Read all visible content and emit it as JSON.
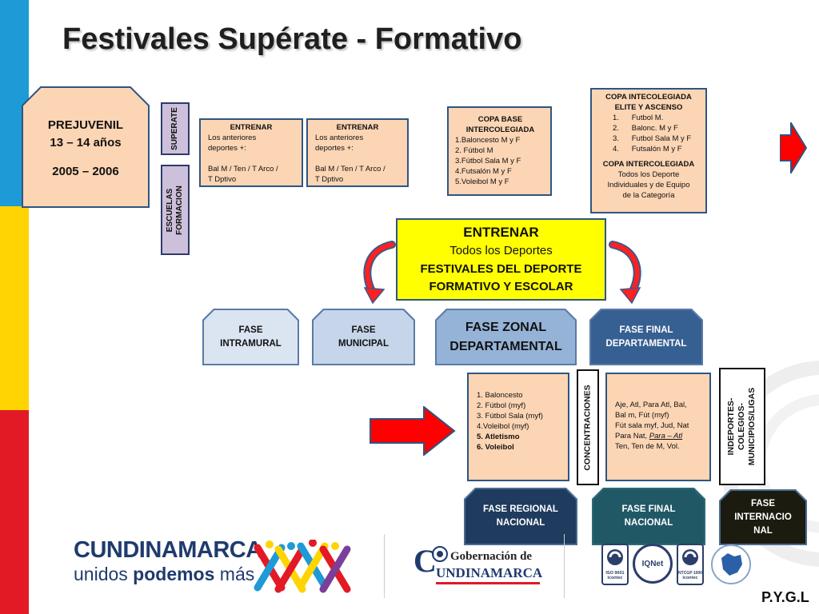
{
  "title": "Festivales Supérate - Formativo",
  "prejuvenil": {
    "line1": "PREJUVENIL",
    "line2": "13 – 14 años",
    "line3": "2005 – 2006"
  },
  "labels": {
    "superate": "SUPERATE",
    "escuelas": "ESCUELAS",
    "formacion": "FORMACION",
    "concentraciones": "CONCENTRACIONES",
    "indeportes1": "INDEPORTES-",
    "indeportes2": "COLEGIOS-",
    "indeportes3": "MUNICIPIOS/LIGAS"
  },
  "entrenar_boxes": [
    {
      "title": "ENTRENAR",
      "l1": "Los anteriores",
      "l2": "deportes +:",
      "l3": "Bal M / Ten / T Arco /",
      "l4": "T Dptivo"
    },
    {
      "title": "ENTRENAR",
      "l1": "Los anteriores",
      "l2": "deportes +:",
      "l3": "Bal M / Ten / T Arco /",
      "l4": "T Dptivo"
    }
  ],
  "copa_base": {
    "title1": "COPA BASE",
    "title2": "INTERCOLEGIADA",
    "items": [
      "1.Baloncesto M y F",
      "2. Fútbol M",
      "3.Fútbol Sala M y F",
      "4.Futsalón M y F",
      "5.Voleibol M y F"
    ]
  },
  "copa_elite": {
    "title1": "COPA INTECOLEGIADA",
    "title2": "ELITE Y ASCENSO",
    "items": [
      "1.      Futbol M.",
      "2.      Balonc. M y F",
      "3.      Futbol Sala M y F",
      "4.      Futsalón M y F"
    ],
    "title3": "COPA INTERCOLEGIADA",
    "desc1": "Todos los Deporte",
    "desc2": "Individuales y de Equipo",
    "desc3": "de la Categoría"
  },
  "center": {
    "l1": "ENTRENAR",
    "l2": "Todos los Deportes",
    "l3": "FESTIVALES DEL DEPORTE",
    "l4": "FORMATIVO Y ESCOLAR"
  },
  "phases": {
    "intramural": [
      "FASE",
      "INTRAMURAL"
    ],
    "municipal": [
      "FASE",
      "MUNICIPAL"
    ],
    "zonal": [
      "FASE ZONAL",
      "DEPARTAMENTAL"
    ],
    "final_dep": [
      "FASE FINAL",
      "DEPARTAMENTAL"
    ],
    "regional": [
      "FASE REGIONAL",
      "NACIONAL"
    ],
    "final_nac": [
      "FASE FINAL",
      "NACIONAL"
    ],
    "internacional": [
      "FASE",
      "INTERNACIO",
      "NAL"
    ]
  },
  "sports_list": [
    "1. Baloncesto",
    "2. Fútbol (myf)",
    "3. Fútbol Sala (myf)",
    "4.Voleibol (myf)",
    "5. Atletismo",
    "6. Voleibol"
  ],
  "concentraciones_box": {
    "l1": "Aje, Atl, Para Atl,  Bal,",
    "l2": "Bal m, Fút (myf)",
    "l3": "Fút sala myf, Jud, Nat",
    "l4a": "Para Nat, ",
    "l4b": "Para – Atl",
    "l5": "Ten, Ten de M, Vol."
  },
  "logos": {
    "cund1": "CUNDINAMARCA",
    "cund2": "unidos ",
    "cund3": "podemos",
    "cund4": " más",
    "gob1": "Gobernación de",
    "gob2": "UNDINAMARCA",
    "gob_c": "C",
    "iso": "ISO 9001",
    "iqnet": "IQNet",
    "ntcgp": "NTCGP 1000",
    "icontec": "icontec"
  },
  "footer": "P.Y.G.L",
  "colors": {
    "blue": "#1e9ad6",
    "yellow": "#ffd400",
    "red": "#e21a26",
    "peach": "#fcd5b4",
    "navy": "#1f3b5e"
  }
}
